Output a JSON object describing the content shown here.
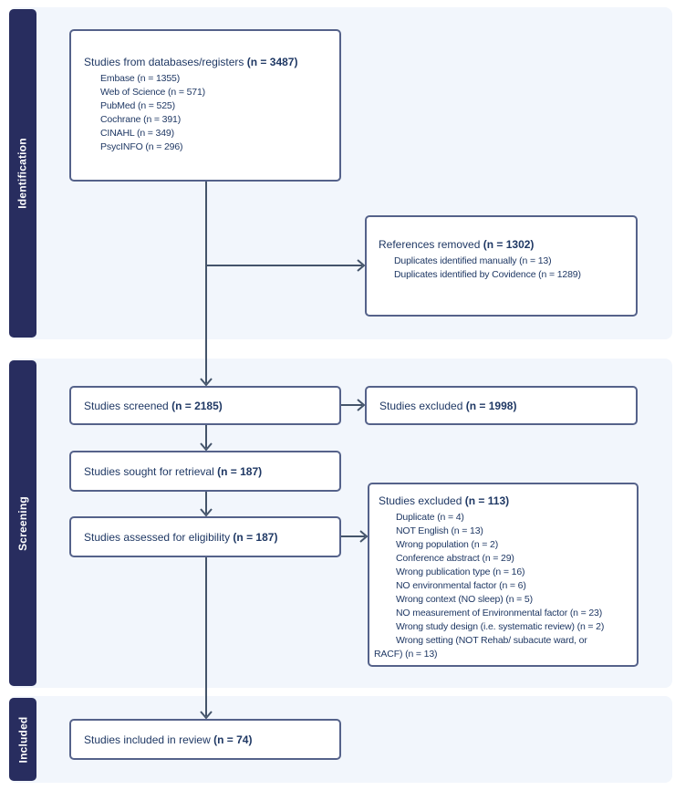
{
  "diagram": {
    "stages": [
      {
        "id": "identification",
        "label": "Identification"
      },
      {
        "id": "screening",
        "label": "Screening"
      },
      {
        "id": "included",
        "label": "Included"
      }
    ],
    "boxes": {
      "databases": {
        "title": "Studies from databases/registers",
        "n": "(n = 3487)",
        "items": [
          "Embase (n = 1355)",
          "Web of Science (n = 571)",
          "PubMed (n = 525)",
          "Cochrane (n = 391)",
          "CINAHL (n = 349)",
          "PsycINFO (n = 296)"
        ]
      },
      "references_removed": {
        "title": "References removed",
        "n": "(n = 1302)",
        "items": [
          "Duplicates identified manually (n = 13)",
          "Duplicates identified by Covidence (n = 1289)"
        ]
      },
      "screened": {
        "title": "Studies screened",
        "n": "(n = 2185)"
      },
      "excluded_screened": {
        "title": "Studies excluded",
        "n": "(n = 1998)"
      },
      "sought": {
        "title": "Studies sought for retrieval",
        "n": "(n = 187)"
      },
      "assessed": {
        "title": "Studies assessed for eligibility",
        "n": "(n = 187)"
      },
      "excluded_eligibility": {
        "title": "Studies excluded",
        "n": "(n = 113)",
        "items": [
          "Duplicate (n = 4)",
          "NOT English (n = 13)",
          "Wrong population (n = 2)",
          "Conference abstract (n = 29)",
          "Wrong publication type (n = 16)",
          "NO environmental factor (n = 6)",
          "Wrong context (NO sleep) (n = 5)",
          "NO measurement of Environmental factor (n = 23)",
          "Wrong study design (i.e. systematic review) (n = 2)",
          "Wrong setting (NOT Rehab/ subacute ward, or RACF) (n = 13)"
        ]
      },
      "included": {
        "title": "Studies included in review",
        "n": "(n = 74)"
      }
    },
    "colors": {
      "stage_bg": "#282d5f",
      "band_bg": "#f2f6fc",
      "box_border": "#55628a",
      "arrow": "#44546a",
      "text": "#1f3864",
      "stage_text": "#ffffff"
    }
  }
}
